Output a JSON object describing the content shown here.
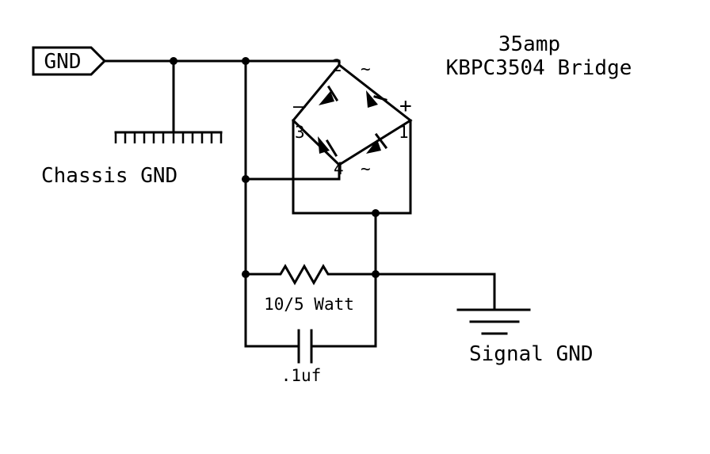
{
  "title": {
    "line1": "35amp",
    "line2": "KBPC3504 Bridge"
  },
  "connector": {
    "label": "GND"
  },
  "chassis_ground": {
    "label": "Chassis GND"
  },
  "signal_ground": {
    "label": "Signal GND"
  },
  "resistor": {
    "label": "10/5 Watt"
  },
  "capacitor": {
    "label": ".1uf"
  },
  "bridge": {
    "pin1": "1",
    "pin2": "2",
    "pin3": "3",
    "pin4": "4",
    "ac_symbol": "~",
    "plus_symbol": "+",
    "minus_symbol": "–"
  }
}
